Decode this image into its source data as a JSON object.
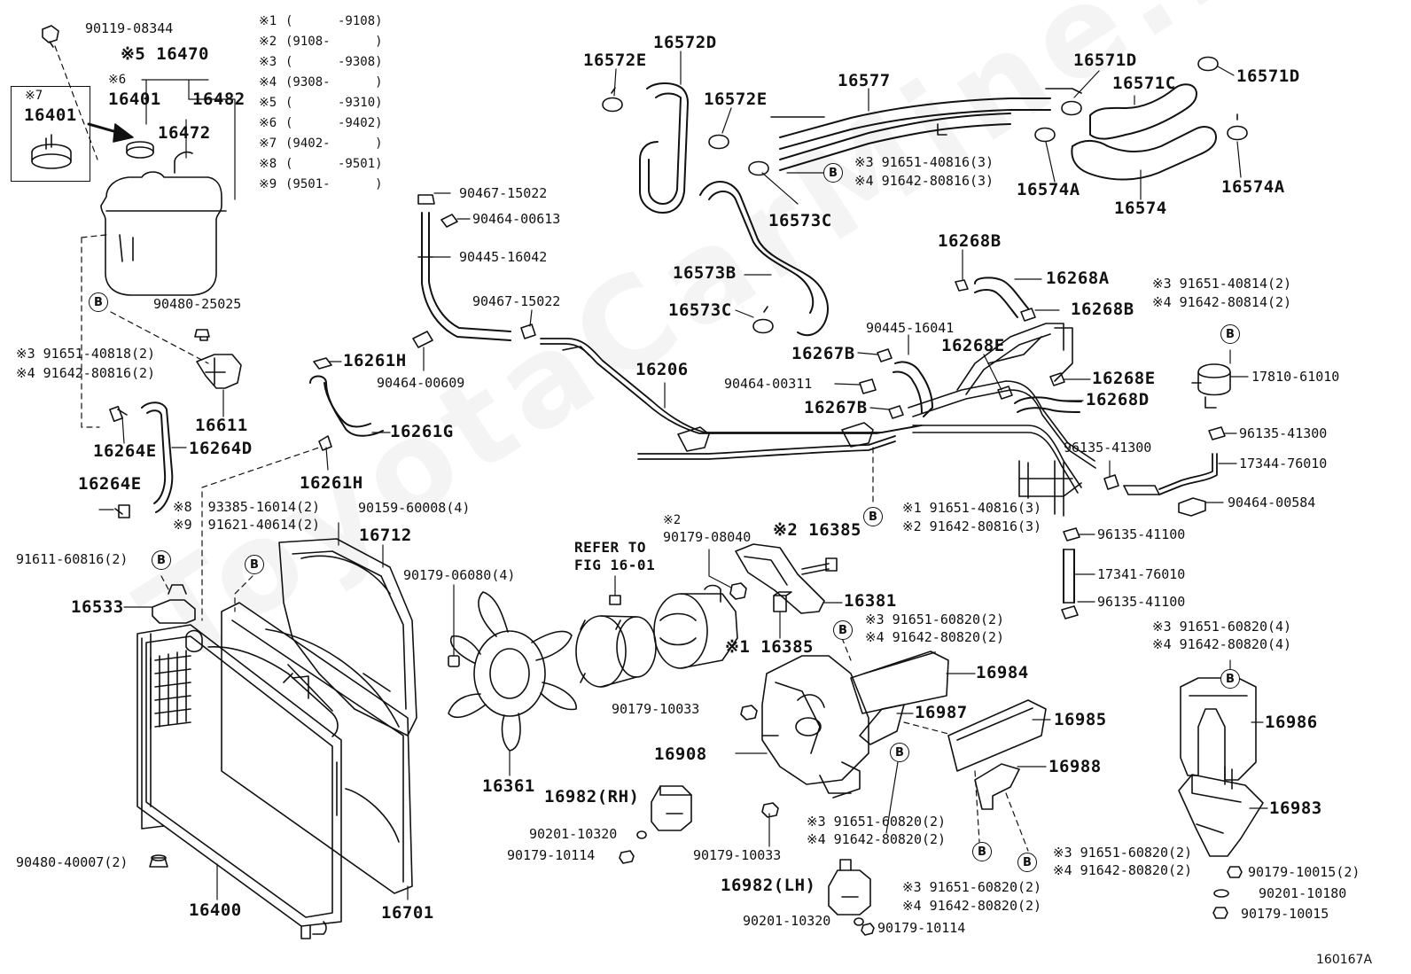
{
  "diagram": {
    "watermark": "ToyotaCarMine.ru",
    "figure_id": "160167A",
    "legend": [
      {
        "key": "※1",
        "range": "(      -9108)"
      },
      {
        "key": "※2",
        "range": "(9108-      )"
      },
      {
        "key": "※3",
        "range": "(      -9308)"
      },
      {
        "key": "※4",
        "range": "(9308-      )"
      },
      {
        "key": "※5",
        "range": "(      -9310)"
      },
      {
        "key": "※6",
        "range": "(      -9402)"
      },
      {
        "key": "※7",
        "range": "(9402-      )"
      },
      {
        "key": "※8",
        "range": "(      -9501)"
      },
      {
        "key": "※9",
        "range": "(9501-      )"
      }
    ],
    "refer": [
      "REFER TO",
      "FIG 16-01"
    ],
    "marker_letter": "B",
    "labels": {
      "l01": "90119-08344",
      "l02": "※5 16470",
      "l03": "※6",
      "l04": "16401",
      "l05": "16482",
      "l06": "※7",
      "l07": "16401",
      "l08": "16472",
      "l09": "90480-25025",
      "l10": "※3 91651-40818(2)",
      "l11": "※4 91642-80816(2)",
      "l12": "16611",
      "l13": "16264E",
      "l14": "16264D",
      "l15": "16264E",
      "l16": "※8  93385-16014(2)",
      "l17": "※9  91621-40614(2)",
      "l18": "90159-60008(4)",
      "l19": "91611-60816(2)",
      "l20": "16533",
      "l21": "16712",
      "l22": "16400",
      "l23": "16701",
      "l24": "90480-40007(2)",
      "l25": "16261H",
      "l26": "16261G",
      "l27": "16261H",
      "l28": "90467-15022",
      "l29": "90464-00613",
      "l30": "90445-16042",
      "l31": "90467-15022",
      "l32": "90464-00609",
      "l33": "90179-06080(4)",
      "l34": "16361",
      "l35": "16206",
      "l36": "16572D",
      "l37": "16572E",
      "l38": "16572E",
      "l39": "16577",
      "l40": "16573C",
      "l41": "16573B",
      "l42": "16573C",
      "l43": "※3 91651-40816(3)",
      "l44": "※4 91642-80816(3)",
      "l45": "16571D",
      "l46": "16571C",
      "l47": "16571D",
      "l48": "16574A",
      "l49": "16574",
      "l50": "16574A",
      "l51": "16268B",
      "l52": "16268A",
      "l53": "16268B",
      "l54": "※3 91651-40814(2)",
      "l55": "※4 91642-80814(2)",
      "l56": "90445-16041",
      "l57": "16268E",
      "l58": "16267B",
      "l59": "90464-00311",
      "l60": "16268E",
      "l61": "16267B",
      "l62": "16268D",
      "l63": "17810-61010",
      "l64": "96135-41300",
      "l65": "96135-41300",
      "l66": "17344-76010",
      "l67": "90464-00584",
      "l68": "※1 91651-40816(3)",
      "l69": "※2 91642-80816(3)",
      "l70": "96135-41100",
      "l71": "17341-76010",
      "l72": "96135-41100",
      "l73": "※2",
      "l74": "90179-08040",
      "l75": "※2 16385",
      "l76": "16381",
      "l77": "※1 16385",
      "l78": "※3 91651-60820(2)",
      "l79": "※4 91642-80820(2)",
      "l80": "16984",
      "l81": "90179-10033",
      "l82": "16987",
      "l83": "16985",
      "l84": "16908",
      "l85": "16988",
      "l86": "16982(RH)",
      "l87": "90201-10320",
      "l88": "90179-10114",
      "l89": "90179-10033",
      "l90": "※3 91651-60820(2)",
      "l91": "※4 91642-80820(2)",
      "l92": "16982(LH)",
      "l93": "※3 91651-60820(2)",
      "l94": "※4 91642-80820(2)",
      "l95": "90201-10320",
      "l96": "90179-10114",
      "l97": "※3 91651-60820(2)",
      "l98": "※4 91642-80820(2)",
      "l99": "90179-10015(2)",
      "l100": "90201-10180",
      "l101": "90179-10015",
      "l102": "※3 91651-60820(4)",
      "l103": "※4 91642-80820(4)",
      "l104": "16986",
      "l105": "16983"
    }
  }
}
